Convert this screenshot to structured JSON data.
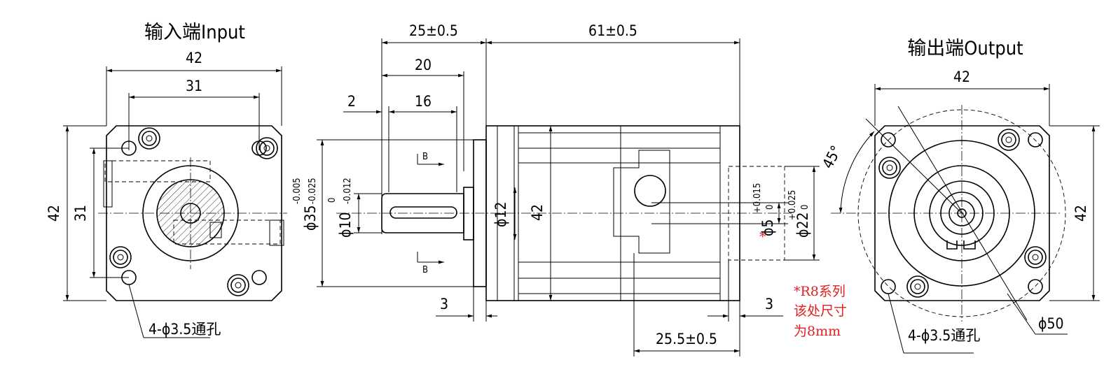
{
  "input_view": {
    "title": "输入端Input",
    "dim_width_42": "42",
    "dim_hole_31": "31",
    "dim_height_42": "42",
    "dim_height_31": "31",
    "holes_label": "4-ϕ3.5通孔"
  },
  "side_view": {
    "dim_25": "25±0.5",
    "dim_61": "61±0.5",
    "dim_20": "20",
    "dim_16": "16",
    "dim_2": "2",
    "dim_3_left": "3",
    "dim_3_right": "3",
    "dim_25_5": "25.5±0.5",
    "section_b_top": "B",
    "section_b_bottom": "B",
    "dia_35": "ϕ35",
    "dia_35_tol_upper": "-0.005",
    "dia_35_tol_lower": "-0.025",
    "dia_10": "ϕ10",
    "dia_10_tol_upper": "0",
    "dia_10_tol_lower": "-0.012",
    "dia_12": "ϕ12",
    "dim_42": "42",
    "dia_5": "ϕ5",
    "dia_5_tol_upper": "+0.015",
    "dia_5_tol_lower": "0",
    "dia_5_marker": "*",
    "dia_22": "ϕ22",
    "dia_22_tol_upper": "+0.025",
    "dia_22_tol_lower": "0",
    "note_lines": [
      "*R8系列",
      "该处尺寸",
      "为8mm"
    ]
  },
  "output_view": {
    "title": "输出端Output",
    "dim_width_42": "42",
    "dim_height_42": "42",
    "angle": "45°",
    "dia_50": "ϕ50",
    "holes_label": "4-ϕ3.5通孔"
  },
  "colors": {
    "line": "#000000",
    "note": "#e02020",
    "background": "#ffffff"
  }
}
